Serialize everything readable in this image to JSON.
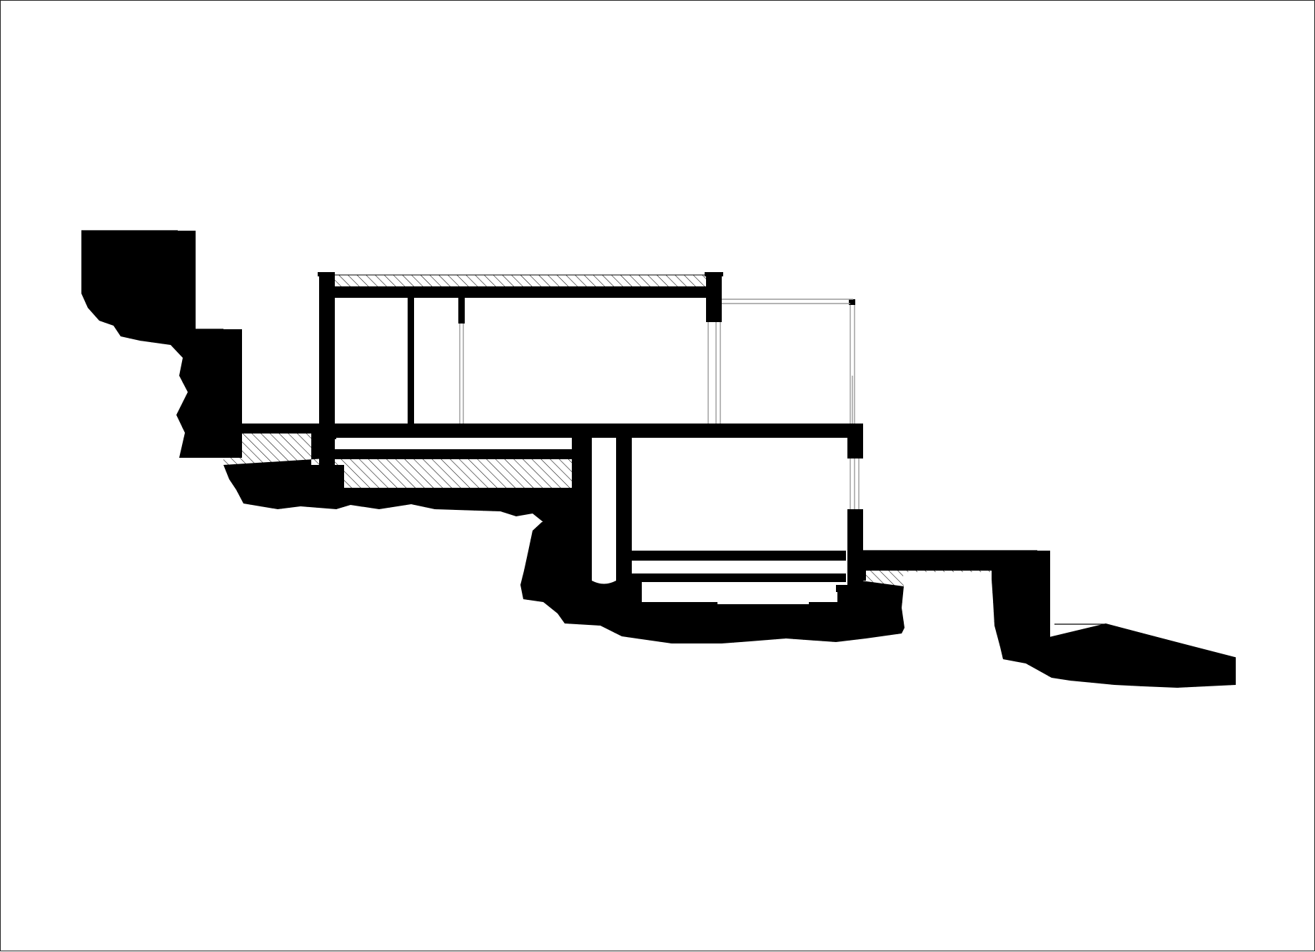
{
  "drawing": {
    "kind": "building-section",
    "colors": {
      "paper": "#ffffff",
      "frame": "#222222",
      "structure": "#000000",
      "hatch": "#000000",
      "glazing": "#9a9a9a"
    },
    "hatch": {
      "direction": "diagonal",
      "spacing_px": 9
    }
  }
}
